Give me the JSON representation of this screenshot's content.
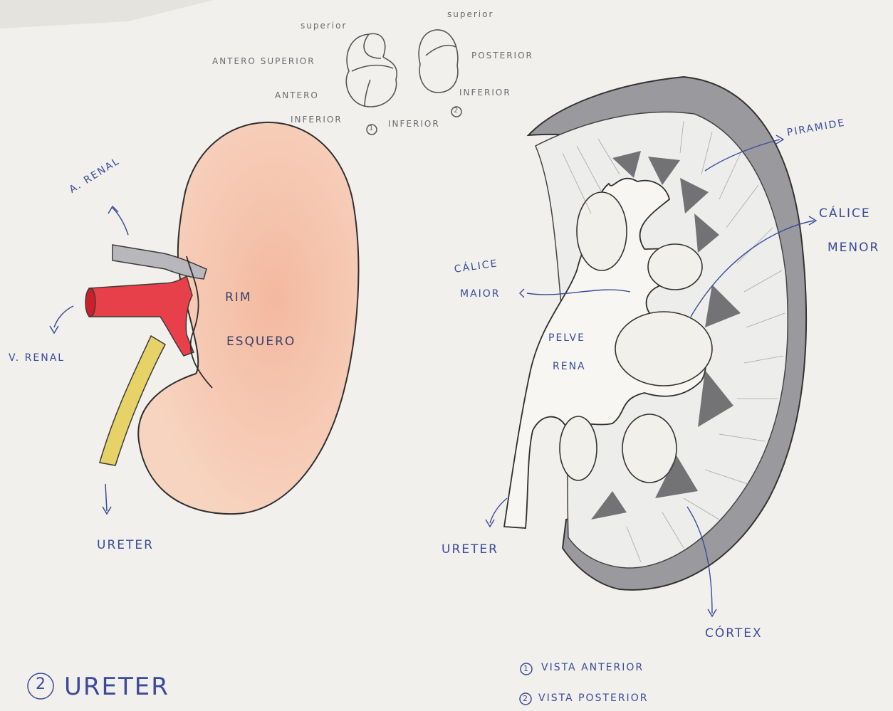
{
  "segment_views": {
    "view1": {
      "superior": "superior",
      "antero_superior": "ANTERO SUPERIOR",
      "antero": "ANTERO",
      "inferior_left": "INFERIOR",
      "inferior_right": "INFERIOR",
      "number": "1"
    },
    "view2": {
      "superior": "superior",
      "posterior": "POSTERIOR",
      "inferior": "INFERIOR",
      "number": "2"
    }
  },
  "left_drawing": {
    "artery": "A. RENAL",
    "vein": "V. RENAL",
    "kidney_line1": "RIM",
    "kidney_line2": "ESQUERO",
    "ureter": "URETER",
    "colors": {
      "kidney": "#f6cdb4",
      "vein": "#e8404a",
      "artery": "#b8b8bc",
      "ureter": "#e6d266"
    }
  },
  "right_drawing": {
    "piramide": "PIRAMIDE",
    "calice_menor_1": "CÁLICE",
    "calice_menor_2": "MENOR",
    "calice_maior_1": "CÁLICE",
    "calice_maior_2": "MAIOR",
    "pelve_1": "PELVE",
    "pelve_2": "RENA",
    "ureter": "URETER",
    "cortex": "CÓRTEX"
  },
  "footer": {
    "title_number": "2",
    "title": "URETER",
    "legend_1": "VISTA ANTERIOR",
    "legend_2": "VISTA POSTERIOR",
    "legend_1_num": "1",
    "legend_2_num": "2"
  }
}
